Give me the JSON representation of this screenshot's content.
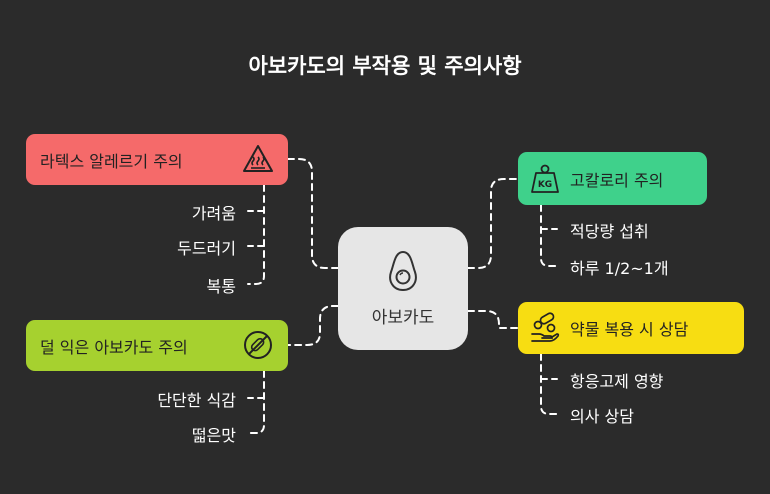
{
  "title": "아보카도의 부작용 및 주의사항",
  "center": {
    "label": "아보카도",
    "icon": "avocado-icon"
  },
  "branches": {
    "latex": {
      "label": "라텍스 알레르기 주의",
      "color": "#f56a6a",
      "icon": "hot-surface-warning-icon",
      "items": [
        "가려움",
        "두드러기",
        "복통"
      ]
    },
    "unripe": {
      "label": "덜 익은 아보카도 주의",
      "color": "#a6d12f",
      "icon": "prohibited-pill-icon",
      "items": [
        "단단한 식감",
        "떫은맛"
      ]
    },
    "calorie": {
      "label": "고칼로리 주의",
      "color": "#3fd18b",
      "icon": "kg-weight-icon",
      "icon_text": "KG",
      "items": [
        "적당량 섭취",
        "하루 1/2~1개"
      ]
    },
    "medication": {
      "label": "약물 복용 시 상담",
      "color": "#f7dd12",
      "icon": "pills-hand-icon",
      "items": [
        "항응고제 영향",
        "의사 상담"
      ]
    }
  }
}
